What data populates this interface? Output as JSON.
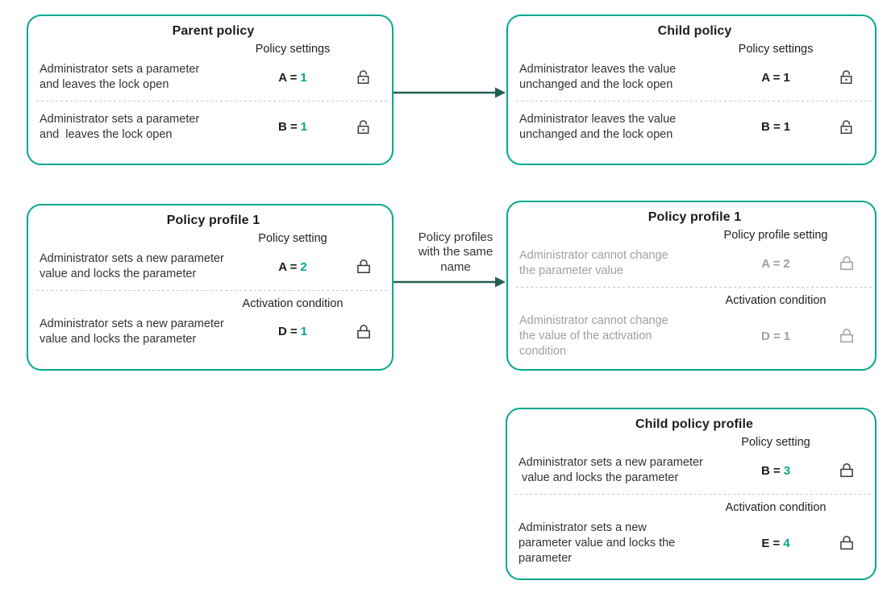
{
  "colors": {
    "box_border": "#00A88E",
    "value_accent": "#00A88E",
    "arrow": "#235E53",
    "text_dark": "#1D1D1B",
    "text_gray": "#A0A0A0",
    "divider_gray": "#C8C8C8"
  },
  "icons": {
    "open_lock": "open-padlock-outline",
    "closed_lock": "closed-padlock-outline",
    "arrow": "right-arrow"
  },
  "connector_label": "Policy profiles\nwith the same\nname",
  "boxes": [
    {
      "title": "Parent policy",
      "rows": [
        {
          "header": "Policy settings",
          "desc": "Administrator sets a parameter\nand leaves the lock open",
          "param": "A =",
          "value": "1",
          "lock": "open"
        },
        {
          "desc": "Administrator sets a parameter\nand  leaves the lock open",
          "param": "B =",
          "value": "1",
          "lock": "open"
        }
      ]
    },
    {
      "title": "Child policy",
      "rows": [
        {
          "header": "Policy settings",
          "desc": "Administrator leaves the value\nunchanged and the lock open",
          "param": "A =",
          "value": "1",
          "lock": "open"
        },
        {
          "desc": "Administrator leaves the value\nunchanged and the lock open",
          "param": "B =",
          "value": "1",
          "lock": "open"
        }
      ]
    },
    {
      "title": "Policy profile 1",
      "rows": [
        {
          "header": "Policy setting",
          "desc": "Administrator sets a new parameter\nvalue and locks the parameter",
          "param": "A =",
          "value": "2",
          "lock": "closed"
        },
        {
          "header": "Activation condition",
          "desc": "Administrator sets a new parameter\nvalue and locks the parameter",
          "param": "D =",
          "value": "1",
          "lock": "closed"
        }
      ]
    },
    {
      "title": "Policy profile 1",
      "rows": [
        {
          "header": "Policy profile setting",
          "desc": "Administrator cannot change\nthe parameter value",
          "param": "A =",
          "value": "2",
          "lock": "closed"
        },
        {
          "header": "Activation condition",
          "desc": "Administrator cannot change\nthe value of the activation\ncondition",
          "param": "D =",
          "value": "1",
          "lock": "closed"
        }
      ]
    },
    {
      "title": "Child policy profile",
      "rows": [
        {
          "header": "Policy setting",
          "desc": "Administrator sets a new parameter\n value and locks the parameter",
          "param": "B =",
          "value": "3",
          "lock": "closed"
        },
        {
          "header": "Activation condition",
          "desc": "Administrator sets a new\nparameter value and locks the\nparameter",
          "param": "E =",
          "value": "4",
          "lock": "closed"
        }
      ]
    }
  ]
}
